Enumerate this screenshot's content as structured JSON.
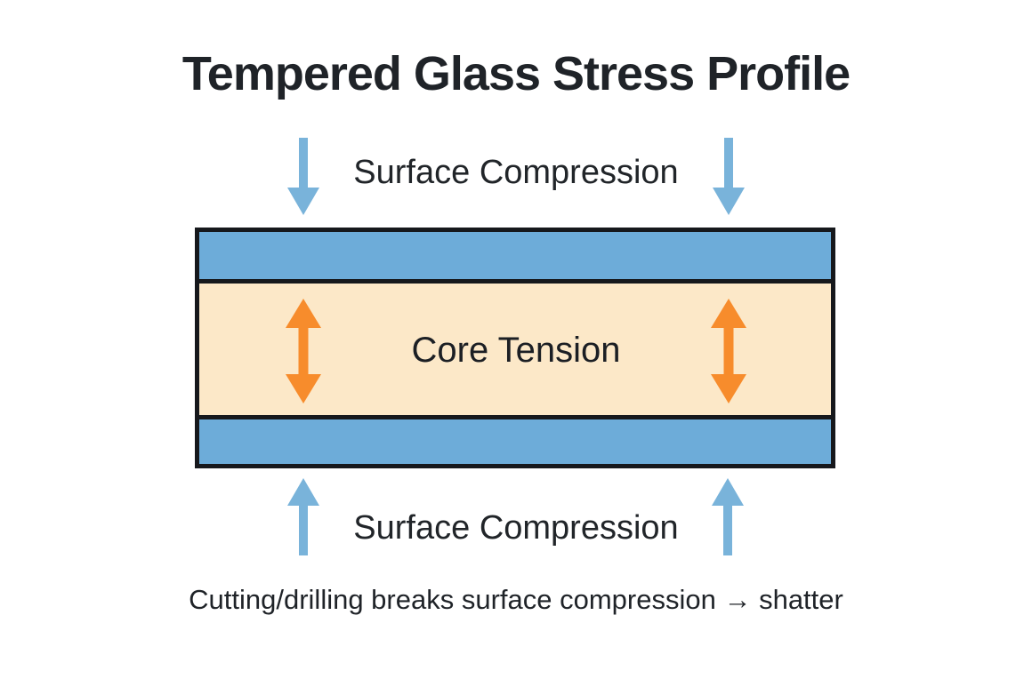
{
  "diagram": {
    "title": "Tempered Glass Stress Profile",
    "top_label": "Surface Compression",
    "core_label": "Core Tension",
    "bottom_label": "Surface Compression",
    "caption": "Cutting/drilling breaks surface compression → shatter"
  },
  "colors": {
    "surface_layer_blue": "#6dacd9",
    "core_layer_cream": "#fce8c8",
    "compression_arrow_blue": "#79b3da",
    "tension_arrow_orange": "#f78c2c",
    "outline_black": "#16181c",
    "text_dark": "#1f2328",
    "background": "#ffffff"
  }
}
